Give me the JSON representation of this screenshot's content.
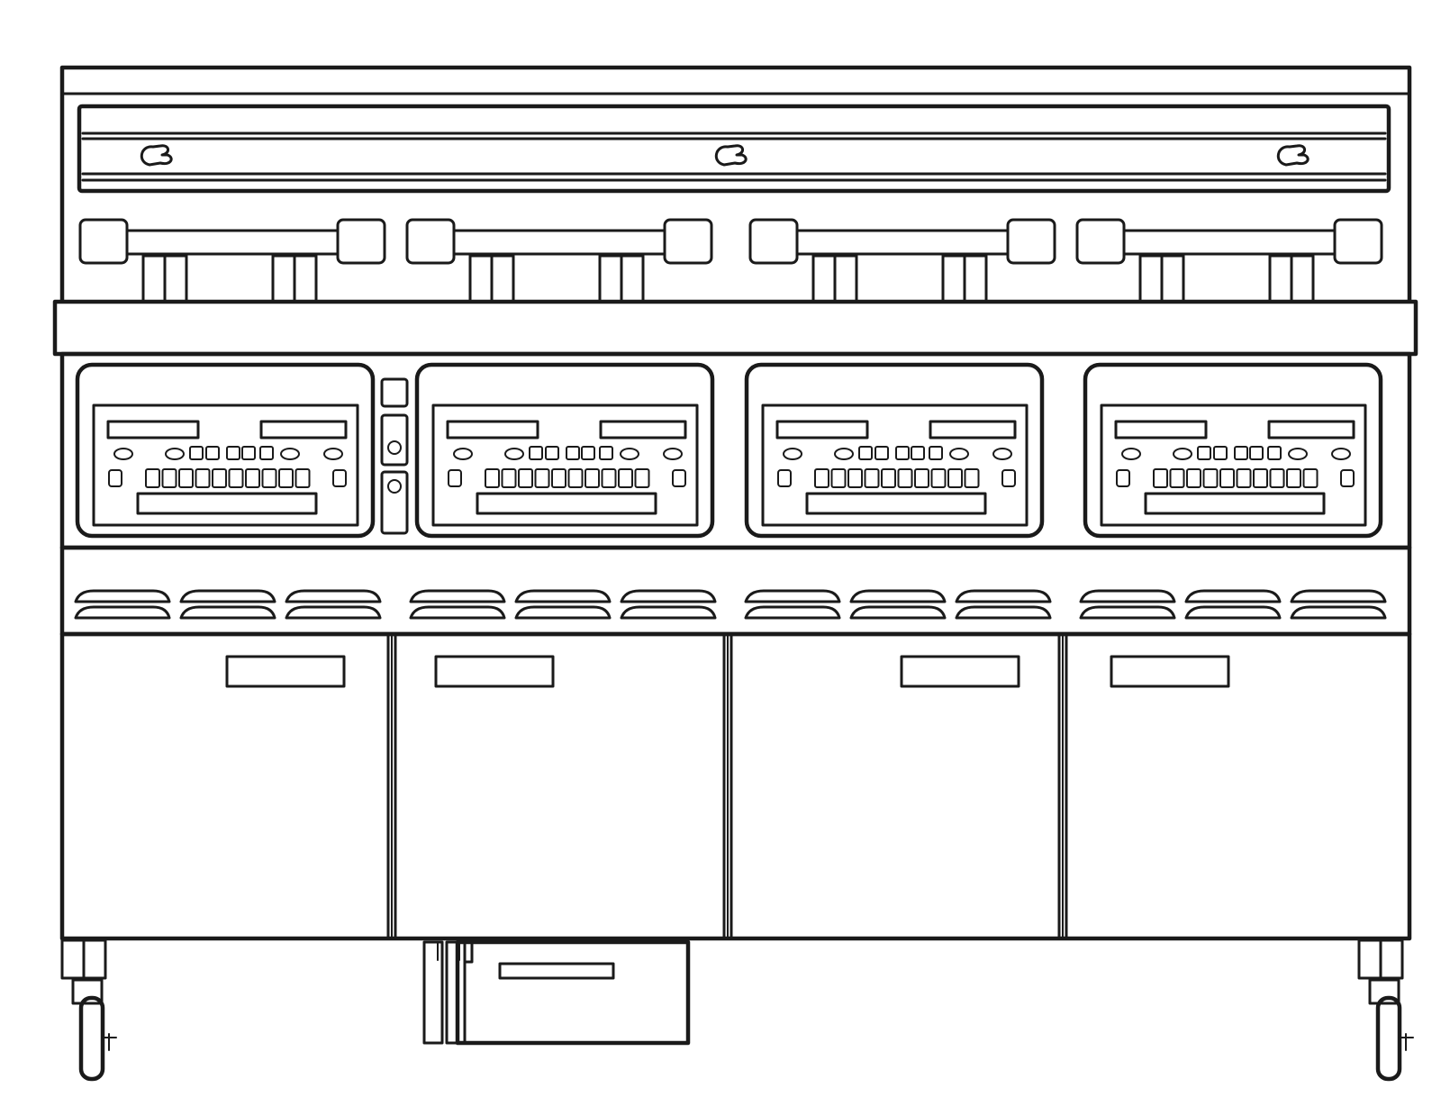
{
  "figure": {
    "subject": "fryer-battery-front-elevation",
    "fry_stations": 4,
    "cabinet_doors": 4,
    "basket_lifts": 4,
    "louver_groups": 12,
    "casters": 2,
    "line_color": "#1a1a1a",
    "background_color": "#ffffff"
  }
}
